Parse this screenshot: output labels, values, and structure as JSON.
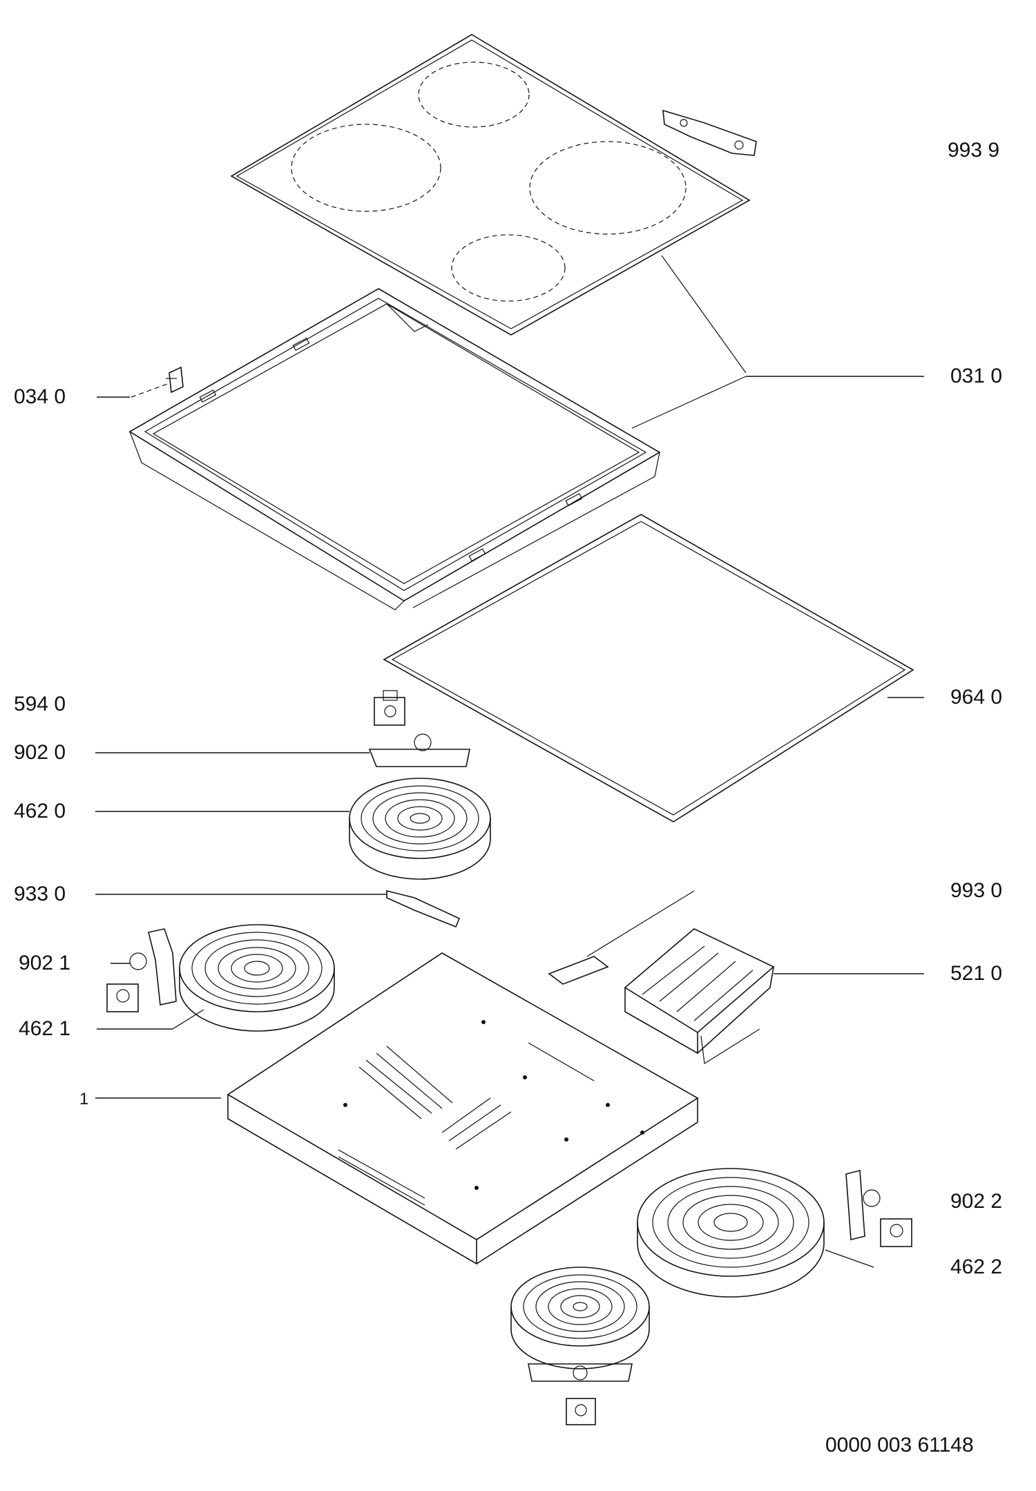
{
  "labels": {
    "p9939": "993 9",
    "p0310": "031 0",
    "p0340": "034 0",
    "p9640": "964 0",
    "p5940": "594 0",
    "p9020": "902 0",
    "p4620": "462 0",
    "p9330": "933 0",
    "p9930": "993 0",
    "p9021": "902 1",
    "p5210": "521 0",
    "p4621": "462 1",
    "p1": "1",
    "p9022": "902 2",
    "p4622": "462 2"
  },
  "document_number": "0000 003 61148"
}
